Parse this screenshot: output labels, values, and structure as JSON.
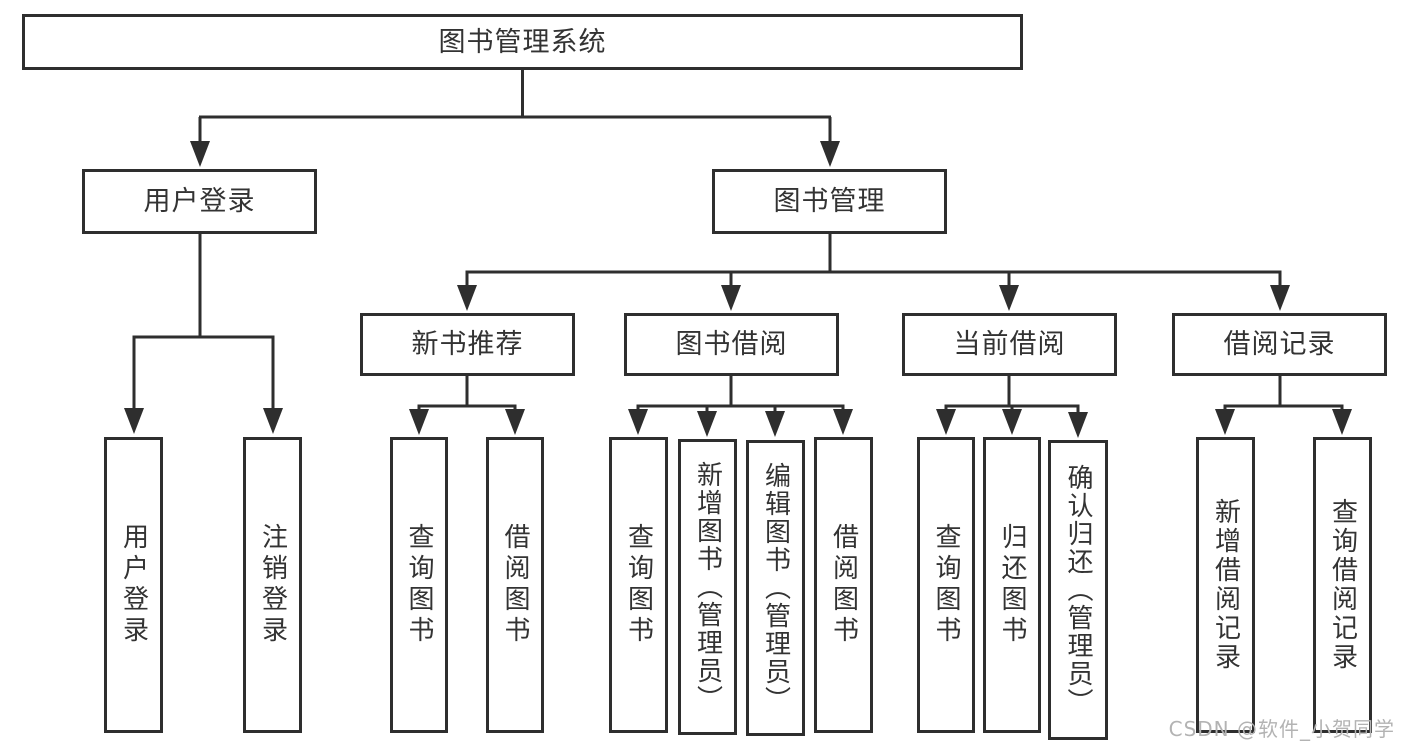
{
  "diagram": {
    "root": {
      "label": "图书管理系统"
    },
    "branches": [
      {
        "label": "用户登录",
        "children": [
          {
            "label": "用户登录"
          },
          {
            "label": "注销登录"
          }
        ]
      },
      {
        "label": "图书管理",
        "children": [
          {
            "label": "新书推荐",
            "children": [
              {
                "label": "查询图书"
              },
              {
                "label": "借阅图书"
              }
            ]
          },
          {
            "label": "图书借阅",
            "children": [
              {
                "label": "查询图书"
              },
              {
                "label": "新增图书（管理员）"
              },
              {
                "label": "编辑图书（管理员）"
              },
              {
                "label": "借阅图书"
              }
            ]
          },
          {
            "label": "当前借阅",
            "children": [
              {
                "label": "查询图书"
              },
              {
                "label": "归还图书"
              },
              {
                "label": "确认归还（管理员）"
              }
            ]
          },
          {
            "label": "借阅记录",
            "children": [
              {
                "label": "新增借阅记录"
              },
              {
                "label": "查询借阅记录"
              }
            ]
          }
        ]
      }
    ]
  },
  "watermark": {
    "text": "CSDN @软件_小贺同学"
  },
  "colors": {
    "line": "#2e2e2e",
    "text": "#333333",
    "watermark": "#b3b3b3",
    "background": "#ffffff"
  }
}
